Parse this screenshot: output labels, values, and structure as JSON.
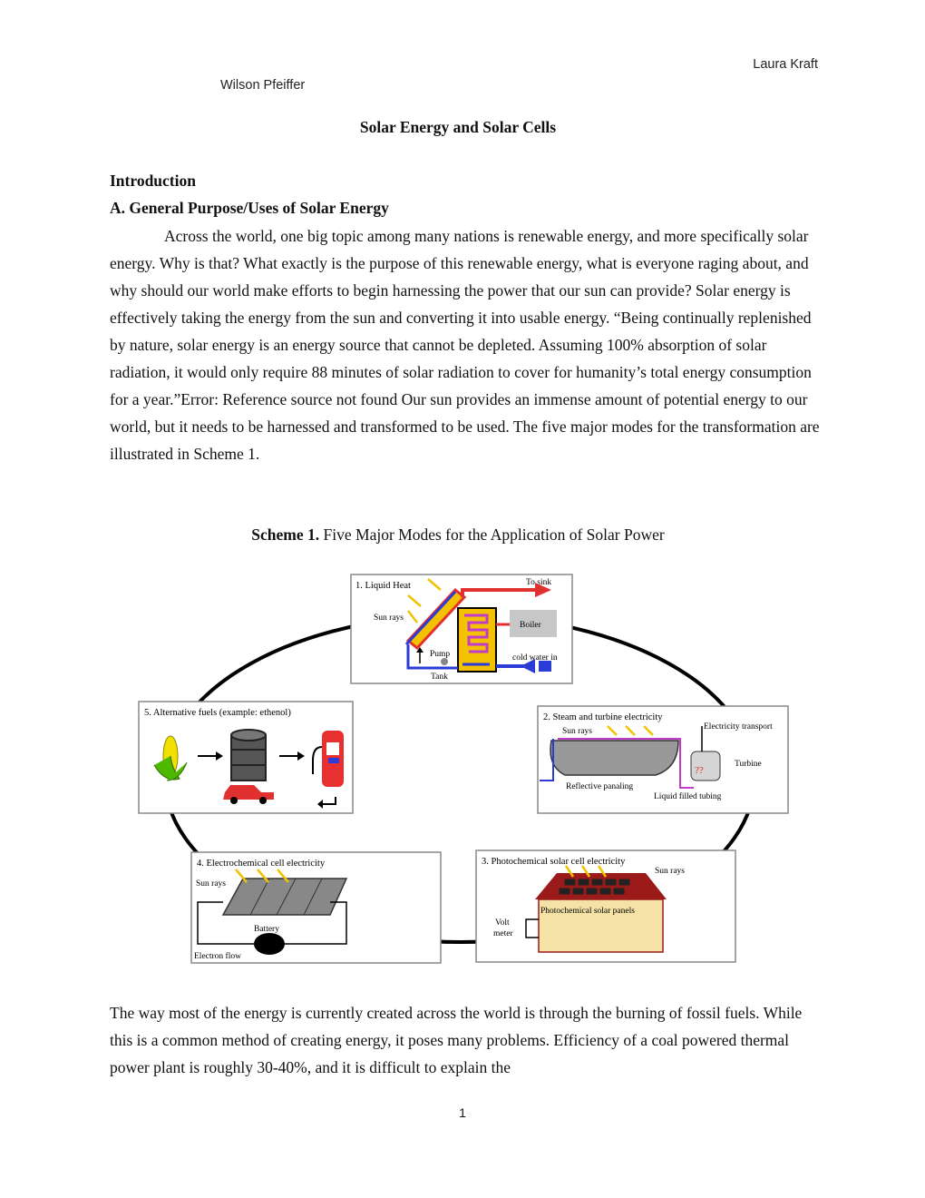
{
  "header": {
    "author_right": "Laura Kraft",
    "author_left": "Wilson Pfeiffer"
  },
  "title": "Solar Energy and Solar Cells",
  "section_heading": "Introduction",
  "subsection_heading": "A.  General Purpose/Uses of Solar Energy",
  "paragraph1": "Across the world, one big topic among many nations is renewable energy, and more specifically solar energy.  Why is that?  What exactly is the purpose of this renewable energy, what is everyone raging about, and why should our world make efforts to begin harnessing the power that our sun can provide?  Solar energy is effectively taking the energy from the sun and converting it into usable energy.  “Being continually replenished by nature, solar energy is an energy source that cannot be depleted.  Assuming 100% absorption of solar radiation, it would only require 88 minutes of solar radiation to cover for humanity’s total energy consumption for a year.”Error: Reference source not found  Our sun provides an immense amount of potential energy to our world, but it needs to be harnessed and transformed to be used.  The five major modes for the transformation are illustrated in Scheme 1.",
  "scheme": {
    "caption_label": "Scheme 1.",
    "caption_text": "  Five Major Modes for the Application of Solar Power",
    "panel1": {
      "title": "1. Liquid Heat",
      "sun_rays": "Sun rays",
      "to_sink": "To sink",
      "boiler": "Boiler",
      "pump": "Pump",
      "cold_water": "cold water in",
      "tank": "Tank"
    },
    "panel2": {
      "title": "2. Steam and turbine electricity",
      "sun_rays": "Sun rays",
      "transport": "Electricity transport",
      "turbine": "Turbine",
      "panaling": "Reflective panaling",
      "tubing": "Liquid filled tubing"
    },
    "panel3": {
      "title": "3. Photochemical solar cell electricity",
      "sun_rays": "Sun rays",
      "panels": "Photochemical solar panels",
      "volt": "Volt",
      "meter": "meter"
    },
    "panel4": {
      "title": "4. Electrochemical cell electricity",
      "sun_rays": "Sun rays",
      "battery": "Battery",
      "electron_flow": "Electron flow"
    },
    "panel5": {
      "title": "5. Alternative fuels (example: ethenol)"
    }
  },
  "paragraph2": "The way most of the energy is currently created across the world is through the burning of fossil fuels.  While this is a common method of creating energy, it poses many problems.  Efficiency of a coal powered thermal power plant is roughly 30-40%, and it is difficult to explain the",
  "page_number": "1"
}
